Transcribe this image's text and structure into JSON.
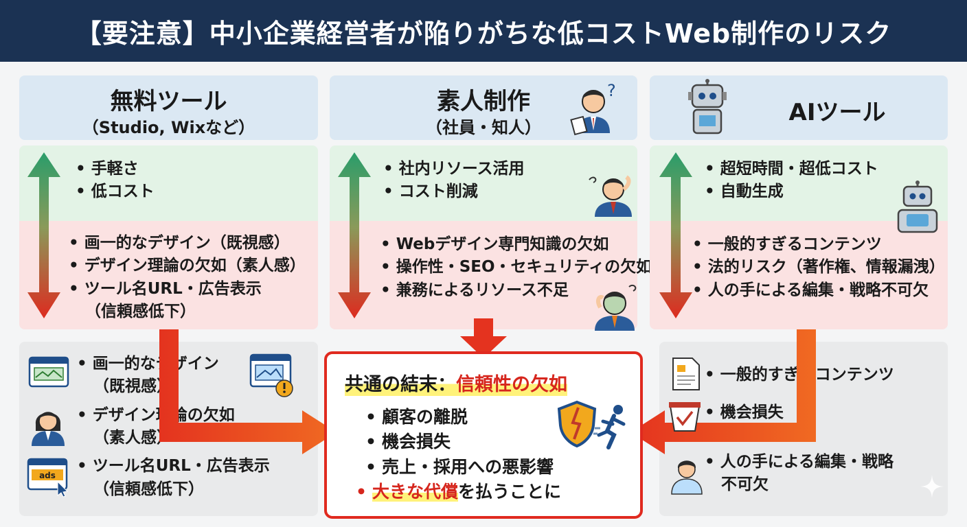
{
  "header": {
    "title": "【要注意】中小企業経営者が陥りがちな低コストWeb制作のリスク"
  },
  "columns": [
    {
      "title": "無料ツール",
      "subtitle": "（Studio, Wixなど）",
      "pros": [
        "手軽さ",
        "低コスト"
      ],
      "cons": [
        "画一的なデザイン（既視感）",
        "デザイン理論の欠如（素人感）",
        "ツール名URL・広告表示"
      ],
      "cons_note": "（信頼感低下）"
    },
    {
      "title": "素人制作",
      "subtitle": "（社員・知人）",
      "pros": [
        "社内リソース活用",
        "コスト削減"
      ],
      "cons": [
        "Webデザイン専門知識の欠如",
        "操作性・SEO・セキュリティの欠如",
        "兼務によるリソース不足"
      ]
    },
    {
      "title": "AIツール",
      "pros": [
        "超短時間・超低コスト",
        "自動生成"
      ],
      "cons": [
        "一般的すぎるコンテンツ",
        "法的リスク（著作権、情報漏洩）",
        "人の手による編集・戦略不可欠"
      ]
    }
  ],
  "left_detail": [
    {
      "line1": "画一的なデザイン",
      "line2": "（既視感）"
    },
    {
      "line1": "デザイン理論の欠如",
      "line2": "（素人感）"
    },
    {
      "line1": "ツール名URL・広告表示",
      "line2": "（信頼感低下）"
    }
  ],
  "ads_label": "ads",
  "right_detail": [
    {
      "line1": "一般的すぎるコンテンツ"
    },
    {
      "line1": "機会損失"
    },
    {
      "line1": "人の手による編集・戦略",
      "line2": "不可欠"
    }
  ],
  "result": {
    "title_prefix": "共通の結末：",
    "title_highlight": "信頼性の欠如",
    "items": [
      "顧客の離脱",
      "機会損失",
      "売上・採用への悪影響"
    ],
    "last_highlight": "大きな代償",
    "last_suffix": "を払うことに"
  },
  "colors": {
    "header_bg": "#1b3253",
    "accent_red": "#e02a1f",
    "arrow_green": "#2a9d6a",
    "highlight_yellow": "#fff27a"
  }
}
